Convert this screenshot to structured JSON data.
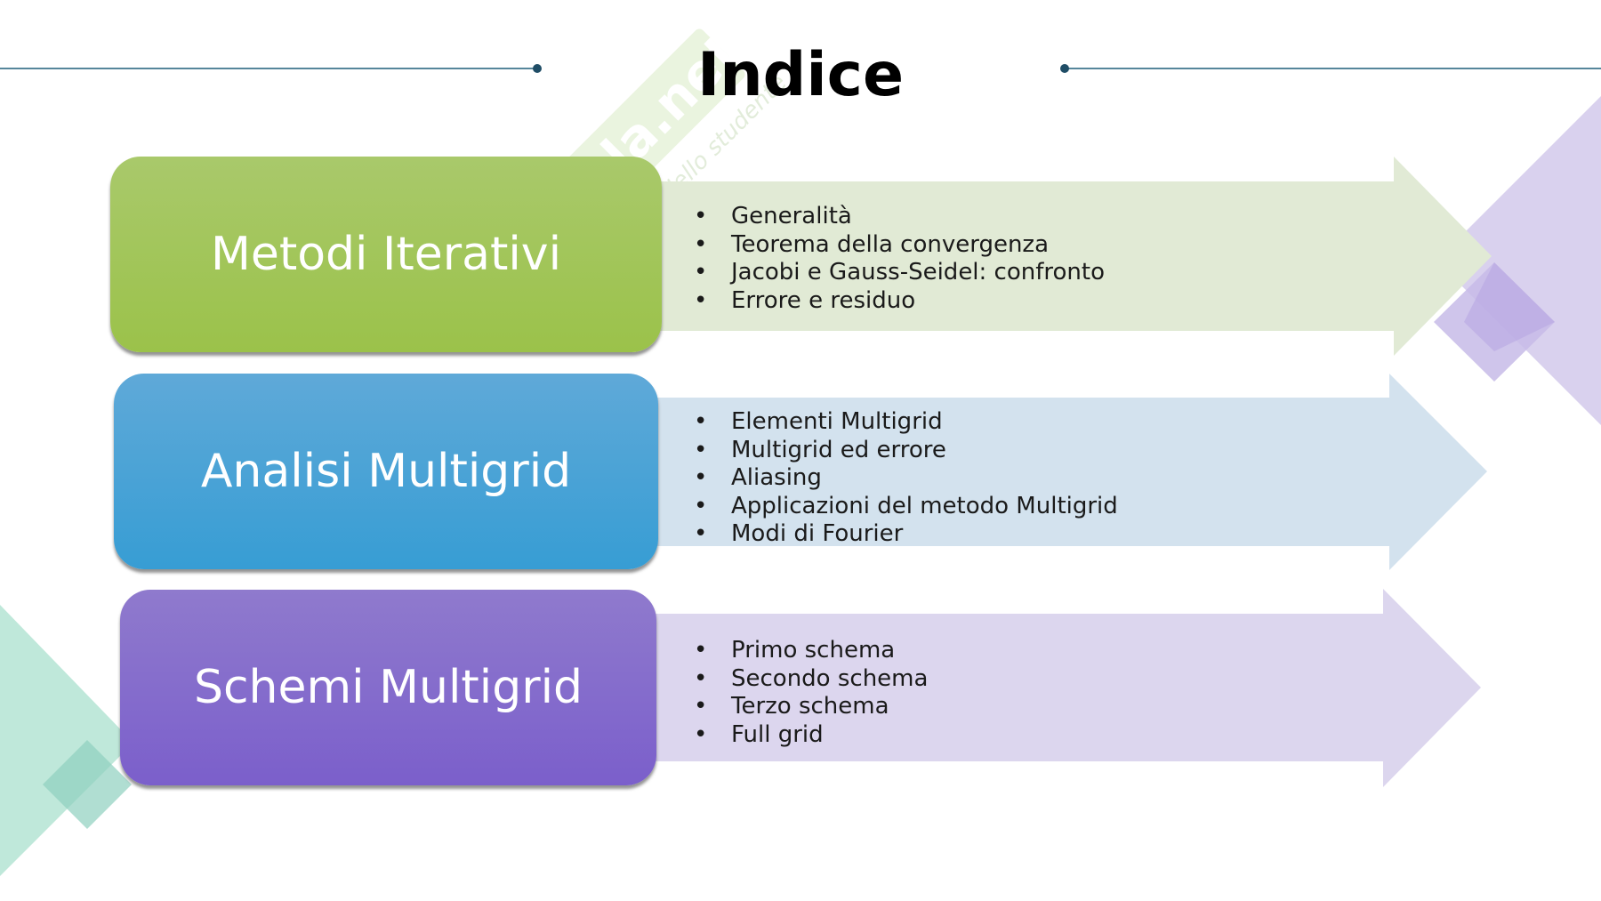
{
  "slide": {
    "title": "Indice",
    "watermark": {
      "brand": "skuola.net",
      "tagline": "il paradiso dello studente"
    },
    "colors": {
      "line": "#1f5f7a",
      "green": "#9bc24a",
      "green_arrow": "#e1ead5",
      "blue": "#379dd4",
      "blue_arrow": "#d3e2ee",
      "purple": "#7b5fcb",
      "purple_arrow": "#dcd6ee",
      "deco_purple": "#d9d1ee",
      "deco_teal": "#bfe8da"
    },
    "sections": [
      {
        "label": "Metodi Iterativi",
        "items": [
          "Generalità",
          "Teorema della convergenza",
          "Jacobi e Gauss-Seidel: confronto",
          "Errore e residuo"
        ]
      },
      {
        "label": "Analisi Multigrid",
        "items": [
          "Elementi Multigrid",
          "Multigrid ed errore",
          "Aliasing",
          "Applicazioni del metodo Multigrid",
          "Modi di Fourier"
        ]
      },
      {
        "label": "Schemi Multigrid",
        "items": [
          "Primo schema",
          "Secondo schema",
          "Terzo schema",
          "Full grid"
        ]
      }
    ]
  }
}
